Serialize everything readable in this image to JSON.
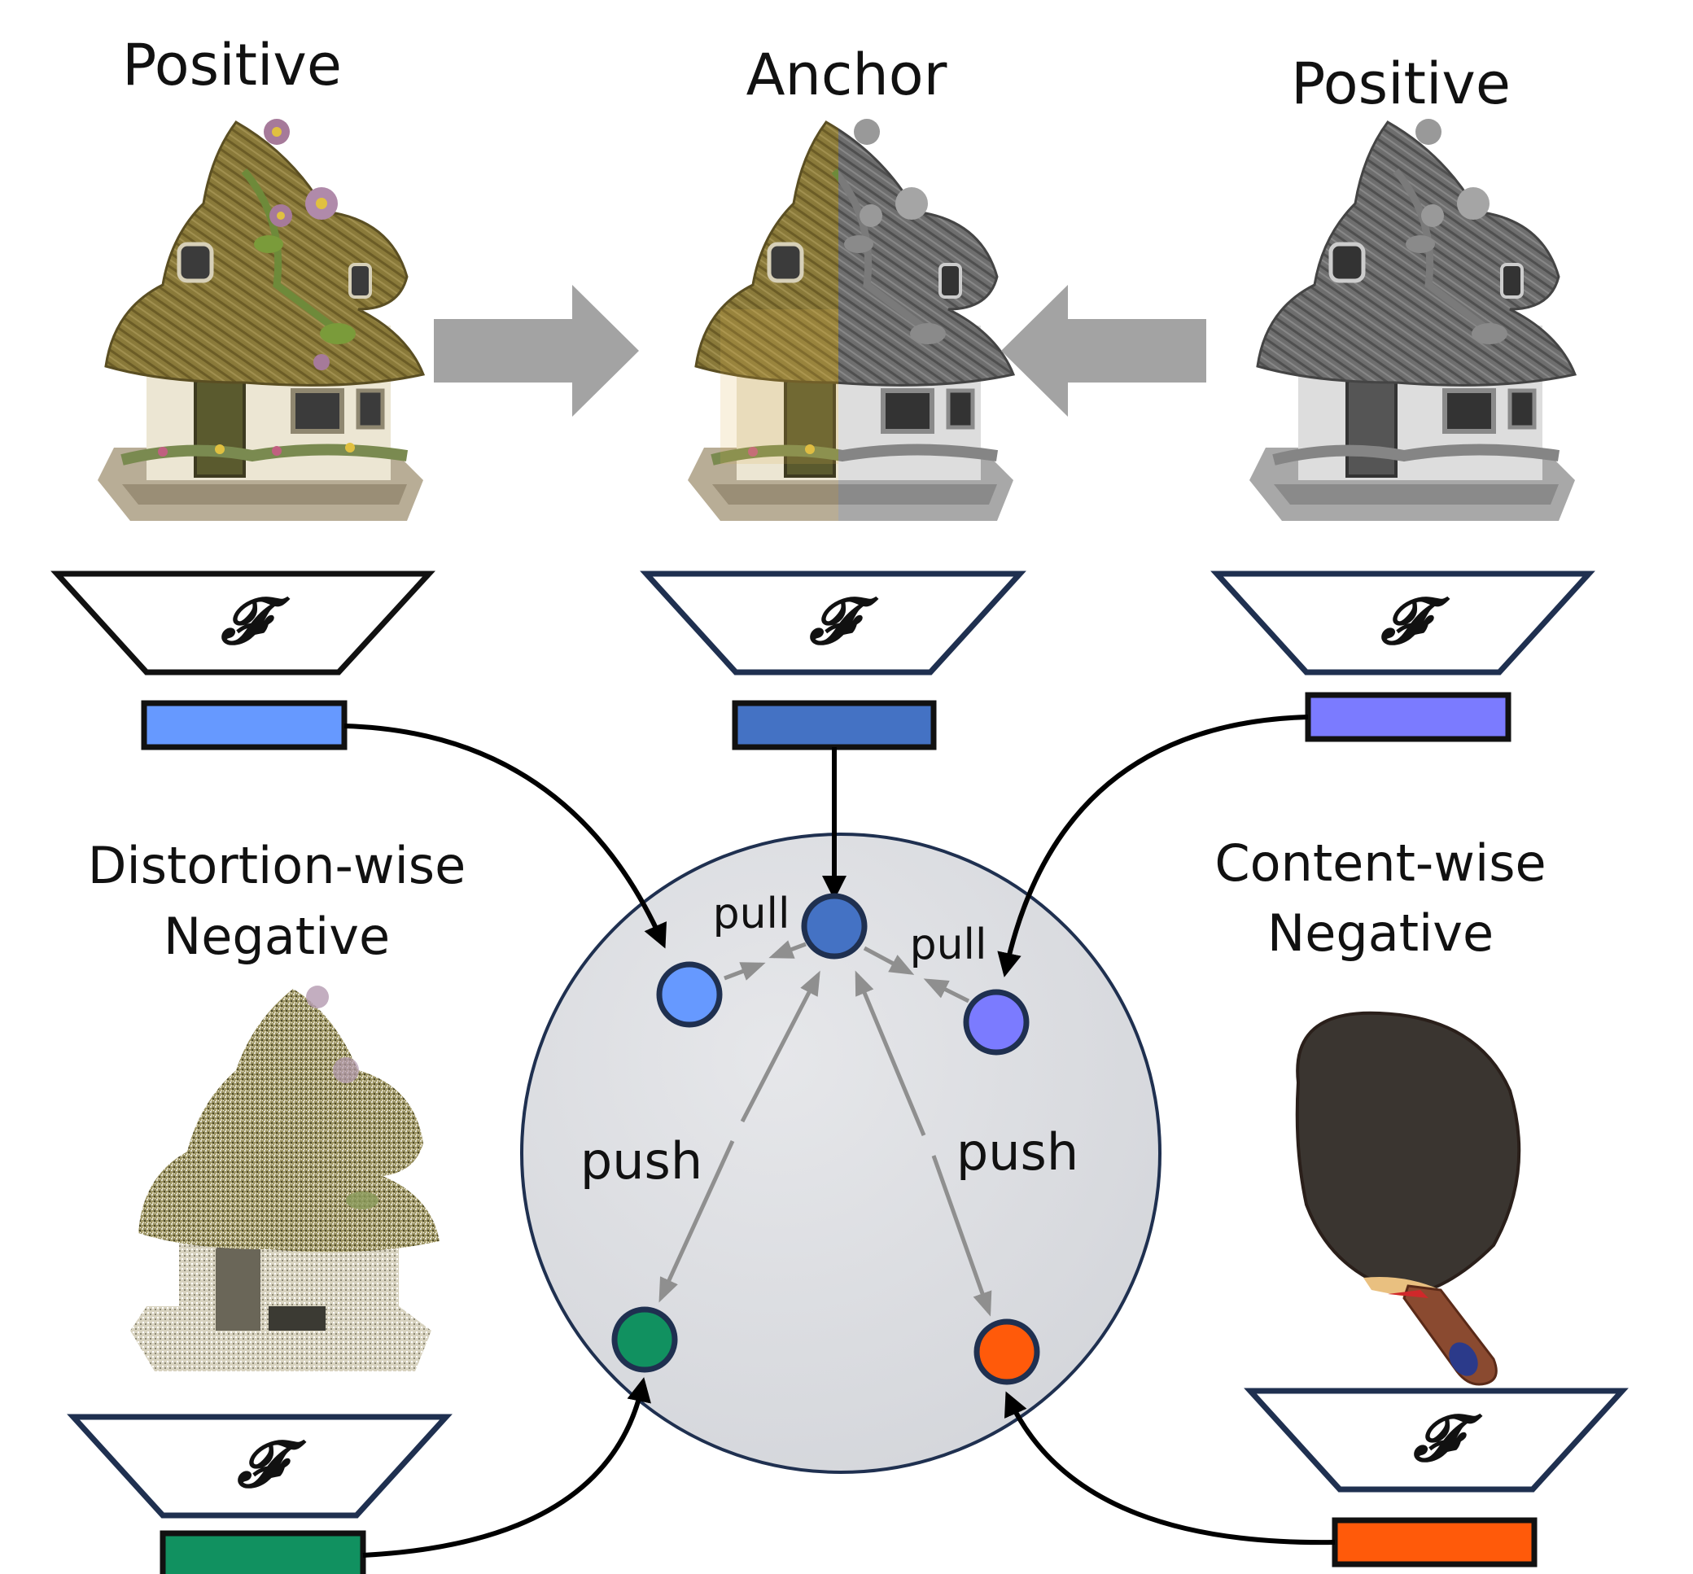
{
  "labels": {
    "positive_left": "Positive",
    "anchor": "Anchor",
    "positive_right": "Positive",
    "distortion_neg_line1": "Distortion-wise",
    "distortion_neg_line2": "Negative",
    "content_neg_line1": "Content-wise",
    "content_neg_line2": "Negative",
    "encoder_symbol": "𝓕",
    "pull_left": "pull",
    "pull_right": "pull",
    "push_left": "push",
    "push_right": "push"
  },
  "colors": {
    "positive_left_embedding": "#6699ff",
    "anchor_embedding": "#4472c4",
    "positive_right_embedding": "#7b7bff",
    "distortion_neg_embedding": "#119160",
    "content_neg_embedding": "#ff5a0a",
    "embedding_space_fill": "#dfe1e6",
    "embedding_space_stroke": "#1f3050",
    "pull_push_arrow": "#8f8f8f",
    "feature_arrow": "#000000"
  },
  "icons": {
    "house_color": "house-color-image",
    "house_mixed": "house-half-gray-image",
    "house_gray": "house-gray-image",
    "house_noisy": "house-noisy-image",
    "paddle": "ping-pong-paddle-image",
    "augmentation_arrow": "gray-block-arrow"
  }
}
